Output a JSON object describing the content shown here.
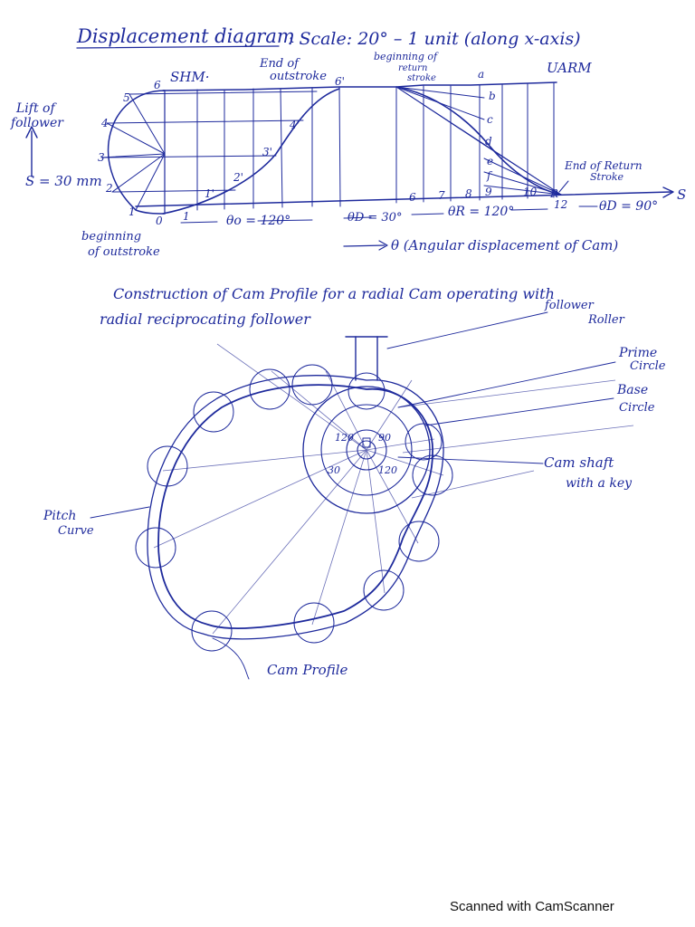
{
  "displacement": {
    "title": "Displacement diagram",
    "scale": ": Scale: 20° – 1 unit (along x-axis)",
    "shm": "SHM·",
    "uarm": "UARM",
    "end_outstroke_1": "End of",
    "end_outstroke_2": "outstroke",
    "beginning_return_1": "beginning of",
    "beginning_return_2": "return",
    "beginning_return_3": "stroke",
    "lift_1": "Lift of",
    "lift_2": "follower",
    "lift_s": "S = 30 mm",
    "end_return_1": "End of Return",
    "end_return_2": "Stroke",
    "beginning_out_1": "beginning",
    "beginning_out_2": "of outstroke",
    "theta_o": "θo = 120°",
    "theta_d1": "θD = 30°",
    "theta_r": "θR = 120°",
    "theta_d2": "θD = 90°",
    "s_axis": "S",
    "angular": "θ (Angular displacement of Cam)"
  },
  "construction": {
    "heading_1": "Construction of Cam Profile for a radial Cam operating with",
    "heading_2": "radial reciprocating follower",
    "follower_roller_1": "follower",
    "follower_roller_2": "Roller",
    "prime_circle_1": "Prime",
    "prime_circle_2": "Circle",
    "base_circle_1": "Base",
    "base_circle_2": "Circle",
    "cam_shaft_1": "Cam shaft",
    "cam_shaft_2": "with a key",
    "pitch_curve_1": "Pitch",
    "pitch_curve_2": "Curve",
    "cam_profile": "Cam Profile",
    "angle_120a": "120",
    "angle_90": "90",
    "angle_30": "30",
    "angle_120b": "120"
  },
  "footer": {
    "scanner": "Scanned with CamScanner"
  },
  "colors": {
    "ink": "#1e2a9c",
    "faint": "#6a6fb8",
    "paper": "#ffffff"
  }
}
